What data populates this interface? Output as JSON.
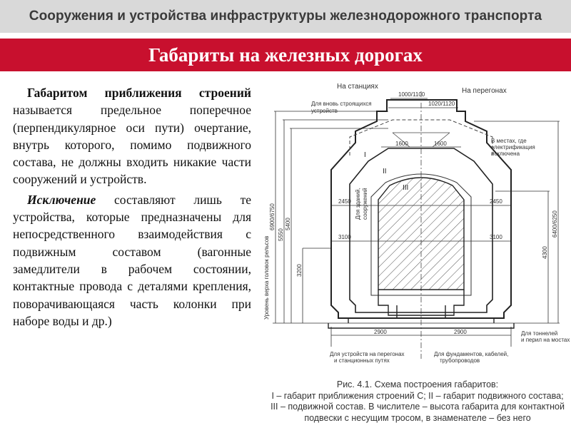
{
  "header": {
    "title": "Сооружения и устройства инфраструктуры железнодорожного транспорта"
  },
  "slide": {
    "title": "Габариты на железных дорогах"
  },
  "text": {
    "p1_term": "Габаритом приближения строений",
    "p1_rest": " называется предельное поперечное (перпендикулярное оси пути) очертание, внутрь которого, помимо подвижного состава, не должны входить никакие части сооружений и устройств.",
    "p2_term": "Исключение",
    "p2_rest": " составляют лишь те устройства, которые предназначены для непосредственного взаимодействия с подвижным составом (вагонные замедлители в рабочем состоянии, контактные провода с деталями крепления, поворачивающаяся часть колонки при наборе воды и др.)"
  },
  "figure": {
    "labels": {
      "at_stations": "На станциях",
      "on_hauls": "На перегонах",
      "dim_1000_1100": "1000/1100",
      "dim_1020_1120": "1020/1120",
      "new_devices_1": "Для вновь строящихся",
      "new_devices_2": "устройств",
      "electrif_1": "В местах, где",
      "electrif_2": "электрификация",
      "electrif_3": "исключена",
      "dim_1600_left": "1600",
      "dim_1600_right": "1600",
      "roman_1": "I",
      "roman_2": "II",
      "roman_3": "III",
      "buildings_1": "Для зданий,",
      "buildings_2": "сооружений",
      "dim_2450_left": "2450",
      "dim_2450_right": "2450",
      "dim_3100_left": "3100",
      "dim_3100_right": "3100",
      "dim_6900_6750": "6900/6750",
      "dim_5550": "5550",
      "dim_5400": "5400",
      "dim_3200": "3200",
      "dim_6400_6250": "6400/6250",
      "dim_4300": "4300",
      "rail_level": "Уровень верха головок рельсов",
      "dim_2900_left": "2900",
      "dim_2900_right": "2900",
      "tunnels_1": "Для тоннелей",
      "tunnels_2": "и перил на мостах",
      "hauls_dev_1": "Для устройств на перегонах",
      "hauls_dev_2": "и станционных путях",
      "foundations_1": "Для фундаментов, кабелей,",
      "foundations_2": "трубопроводов"
    },
    "caption": {
      "line1": "Рис. 4.1. Схема построения габаритов:",
      "line2": "I – габарит приближения строений С; II – габарит подвижного состава;",
      "line3": "III – подвижной состав. В числителе – высота габарита для контактной",
      "line4": "подвески с несущим тросом, в знаменателе – без него"
    }
  }
}
